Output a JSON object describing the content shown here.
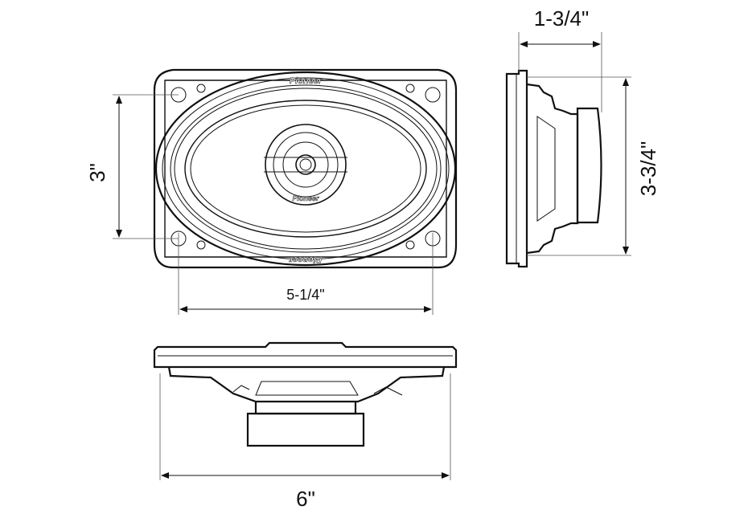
{
  "dimensions": {
    "mounting_height": "3\"",
    "mounting_width": "5-1/4\"",
    "depth": "1-3/4\"",
    "height": "3-3/4\"",
    "width": "6\""
  },
  "brand": "Pioneer"
}
